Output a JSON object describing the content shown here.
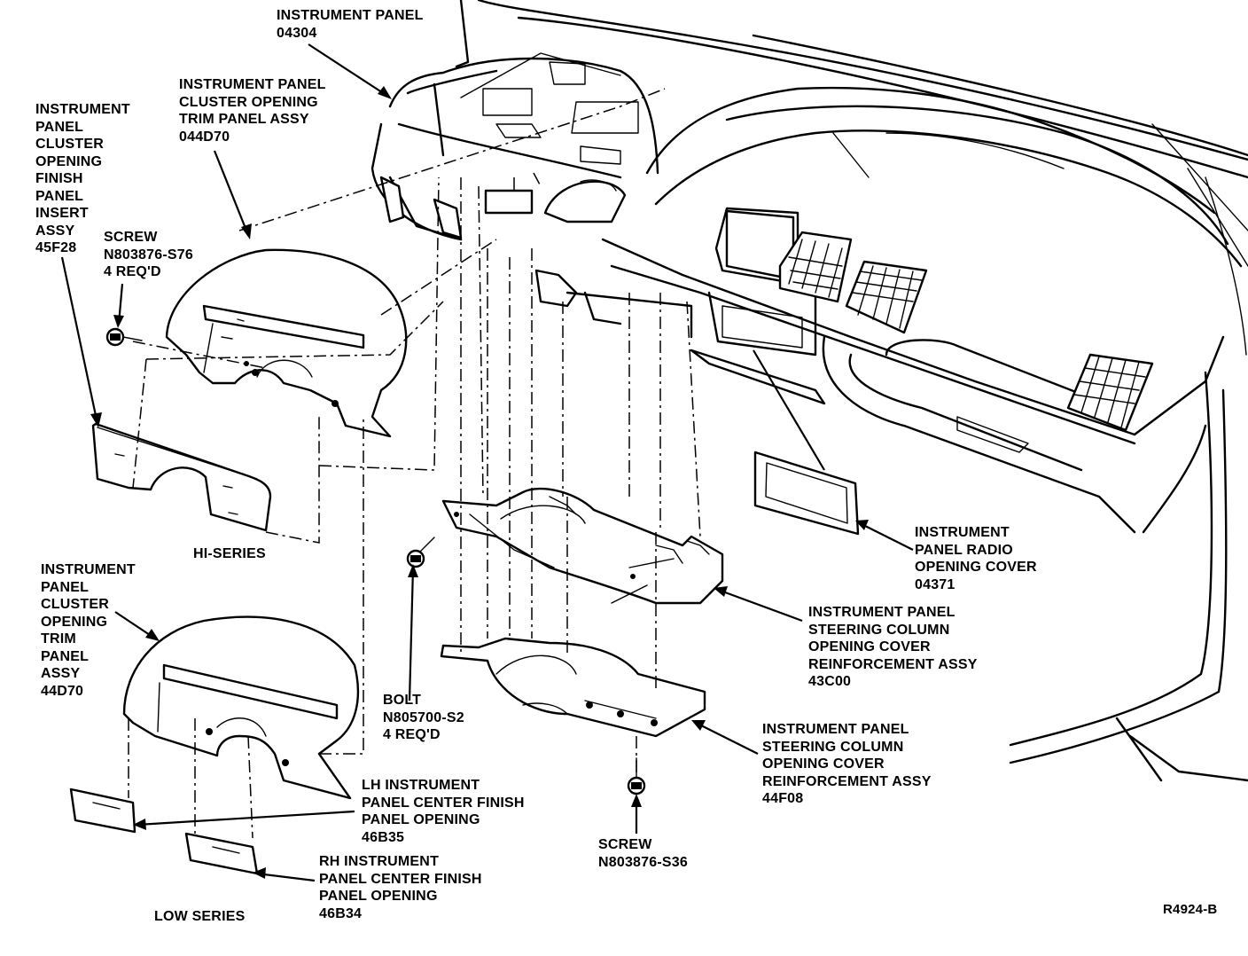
{
  "figure_id": "R4924-B",
  "series_labels": {
    "hi": "HI-SERIES",
    "low": "LOW SERIES"
  },
  "labels": {
    "instrument_panel": [
      "INSTRUMENT PANEL",
      "04304"
    ],
    "cluster_trim_hi": [
      "INSTRUMENT PANEL",
      "CLUSTER OPENING",
      "TRIM PANEL ASSY",
      "044D70"
    ],
    "finish_insert": [
      "INSTRUMENT",
      "PANEL",
      "CLUSTER",
      "OPENING",
      "FINISH",
      "PANEL",
      "INSERT",
      "ASSY",
      "45F28"
    ],
    "screw_top": [
      "SCREW",
      "N803876-S76",
      "4 REQ'D"
    ],
    "cluster_trim_low": [
      "INSTRUMENT",
      "PANEL",
      "CLUSTER",
      "OPENING",
      "TRIM",
      "PANEL",
      "ASSY",
      "44D70"
    ],
    "radio_cover": [
      "INSTRUMENT",
      "PANEL RADIO",
      "OPENING COVER",
      "04371"
    ],
    "steering_43c00": [
      "INSTRUMENT PANEL",
      "STEERING COLUMN",
      "OPENING COVER",
      "REINFORCEMENT ASSY",
      "43C00"
    ],
    "bolt": [
      "BOLT",
      "N805700-S2",
      "4 REQ'D"
    ],
    "steering_44f08": [
      "INSTRUMENT PANEL",
      "STEERING COLUMN",
      "OPENING COVER",
      "REINFORCEMENT ASSY",
      "44F08"
    ],
    "lh_finish": [
      "LH INSTRUMENT",
      "PANEL CENTER FINISH",
      "PANEL OPENING",
      "46B35"
    ],
    "rh_finish": [
      "RH INSTRUMENT",
      "PANEL CENTER FINISH",
      "PANEL OPENING",
      "46B34"
    ],
    "screw_bottom": [
      "SCREW",
      "N803876-S36"
    ]
  }
}
